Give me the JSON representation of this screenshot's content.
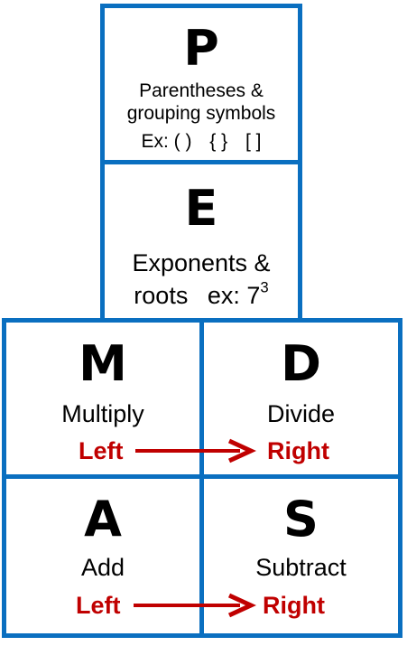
{
  "p_box": {
    "letter": "P",
    "line1": "Parentheses &",
    "line2": "grouping symbols",
    "examples": [
      "Ex: ( )",
      "{ }",
      "[ ]"
    ]
  },
  "e_box": {
    "letter": "E",
    "line1": "Exponents &",
    "line2_prefix": "roots",
    "example_label": "ex: 7",
    "example_exponent": "3"
  },
  "m_box": {
    "letter": "M",
    "label": "Multiply",
    "direction": "Left"
  },
  "d_box": {
    "letter": "D",
    "label": "Divide",
    "direction": "Right"
  },
  "a_box": {
    "letter": "A",
    "label": "Add",
    "direction": "Left"
  },
  "s_box": {
    "letter": "S",
    "label": "Subtract",
    "direction": "Right"
  },
  "colors": {
    "border": "#0a6fc0",
    "direction_text": "#c00000",
    "arrow": "#c00000"
  }
}
